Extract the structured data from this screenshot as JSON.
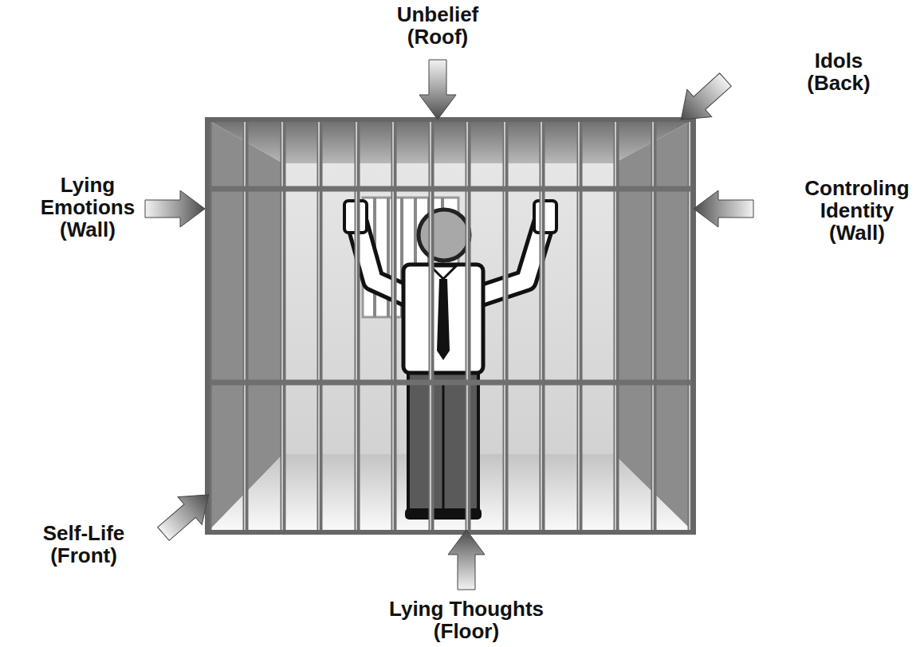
{
  "diagram": {
    "labels": [
      "Unbelief (Roof)",
      "Idols (Back)",
      "Lying Emotions (Wall)",
      "Controling Identity (Wall)",
      "Self-Life (Front)",
      "Lying Thoughts (Floor)"
    ]
  }
}
